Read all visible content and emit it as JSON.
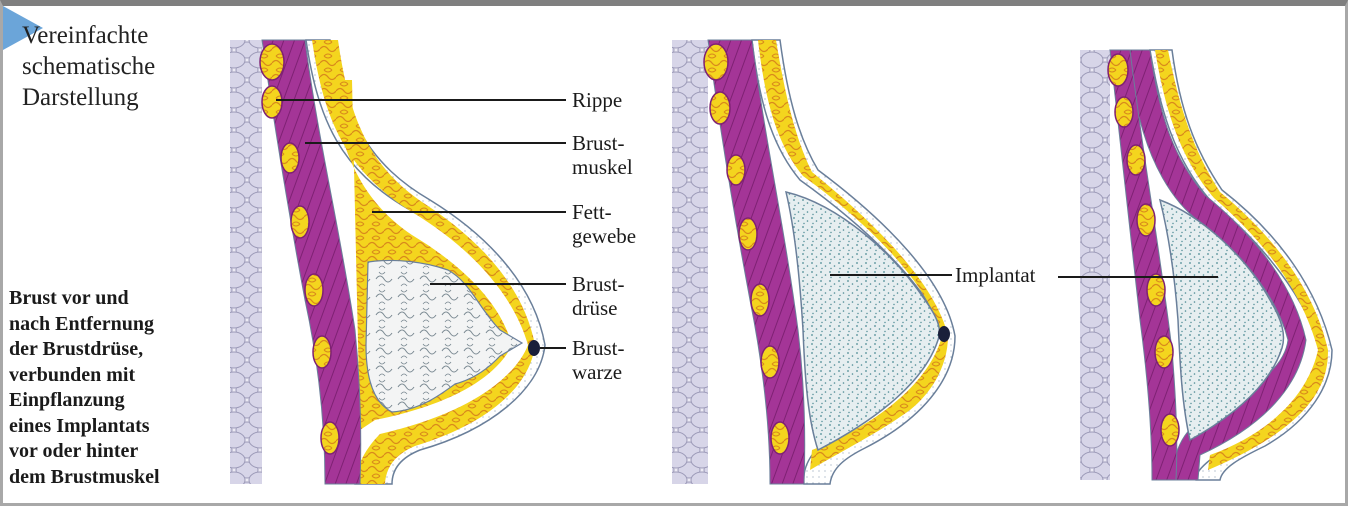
{
  "subtitle": [
    "Vereinfachte",
    "schematische",
    "Darstellung"
  ],
  "caption": [
    "Brust vor und",
    "nach Entfernung",
    "der Brustdrüse,",
    "verbunden mit",
    "Einpflanzung",
    "eines Implantats",
    "vor oder hinter",
    "dem Brustmuskel"
  ],
  "labels": {
    "rippe": "Rippe",
    "brustmuskel": [
      "Brust-",
      "muskel"
    ],
    "fettgewebe": [
      "Fett-",
      "gewebe"
    ],
    "brustdruese": [
      "Brust-",
      "drüse"
    ],
    "brustwarze": [
      "Brust-",
      "warze"
    ],
    "implantat": "Implantat"
  },
  "colors": {
    "frame": "#7f7f7f",
    "muscle": "#9a2f8e",
    "fat": "#f2d21f",
    "fat_edge": "#d8891a",
    "skin_line": "#6a7f9a",
    "ribcage": "#c9c9de",
    "implant": "#e4ecef",
    "gland": "#f4f4f4"
  }
}
